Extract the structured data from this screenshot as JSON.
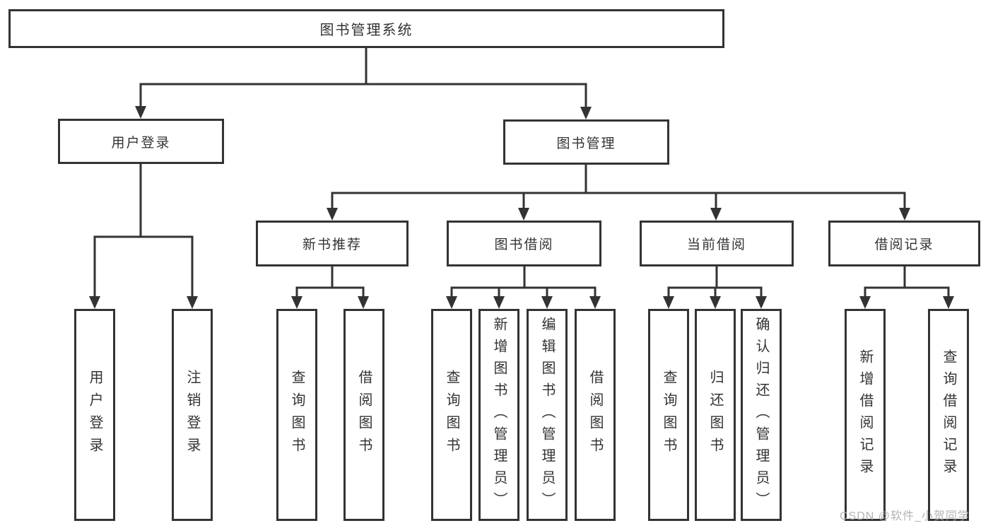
{
  "diagram": {
    "title": "图书管理系统",
    "type": "hierarchy-diagram",
    "colors": {
      "line": "#333333",
      "text": "#333333",
      "box_background": "#ffffff",
      "watermark": "#acacac"
    },
    "tree": {
      "label": "图书管理系统",
      "children": [
        {
          "label": "用户登录",
          "children": [
            {
              "label": "用户登录"
            },
            {
              "label": "注销登录"
            }
          ]
        },
        {
          "label": "图书管理",
          "children": [
            {
              "label": "新书推荐",
              "children": [
                {
                  "label": "查询图书"
                },
                {
                  "label": "借阅图书"
                }
              ]
            },
            {
              "label": "图书借阅",
              "children": [
                {
                  "label": "查询图书"
                },
                {
                  "label": "新增图书（管理员）"
                },
                {
                  "label": "编辑图书（管理员）"
                },
                {
                  "label": "借阅图书"
                }
              ]
            },
            {
              "label": "当前借阅",
              "children": [
                {
                  "label": "查询图书"
                },
                {
                  "label": "归还图书"
                },
                {
                  "label": "确认归还（管理员）"
                }
              ]
            },
            {
              "label": "借阅记录",
              "children": [
                {
                  "label": "新增借阅记录"
                },
                {
                  "label": "查询借阅记录"
                }
              ]
            }
          ]
        }
      ]
    },
    "watermark": {
      "text": "CSDN @软件_小贺同学"
    }
  }
}
